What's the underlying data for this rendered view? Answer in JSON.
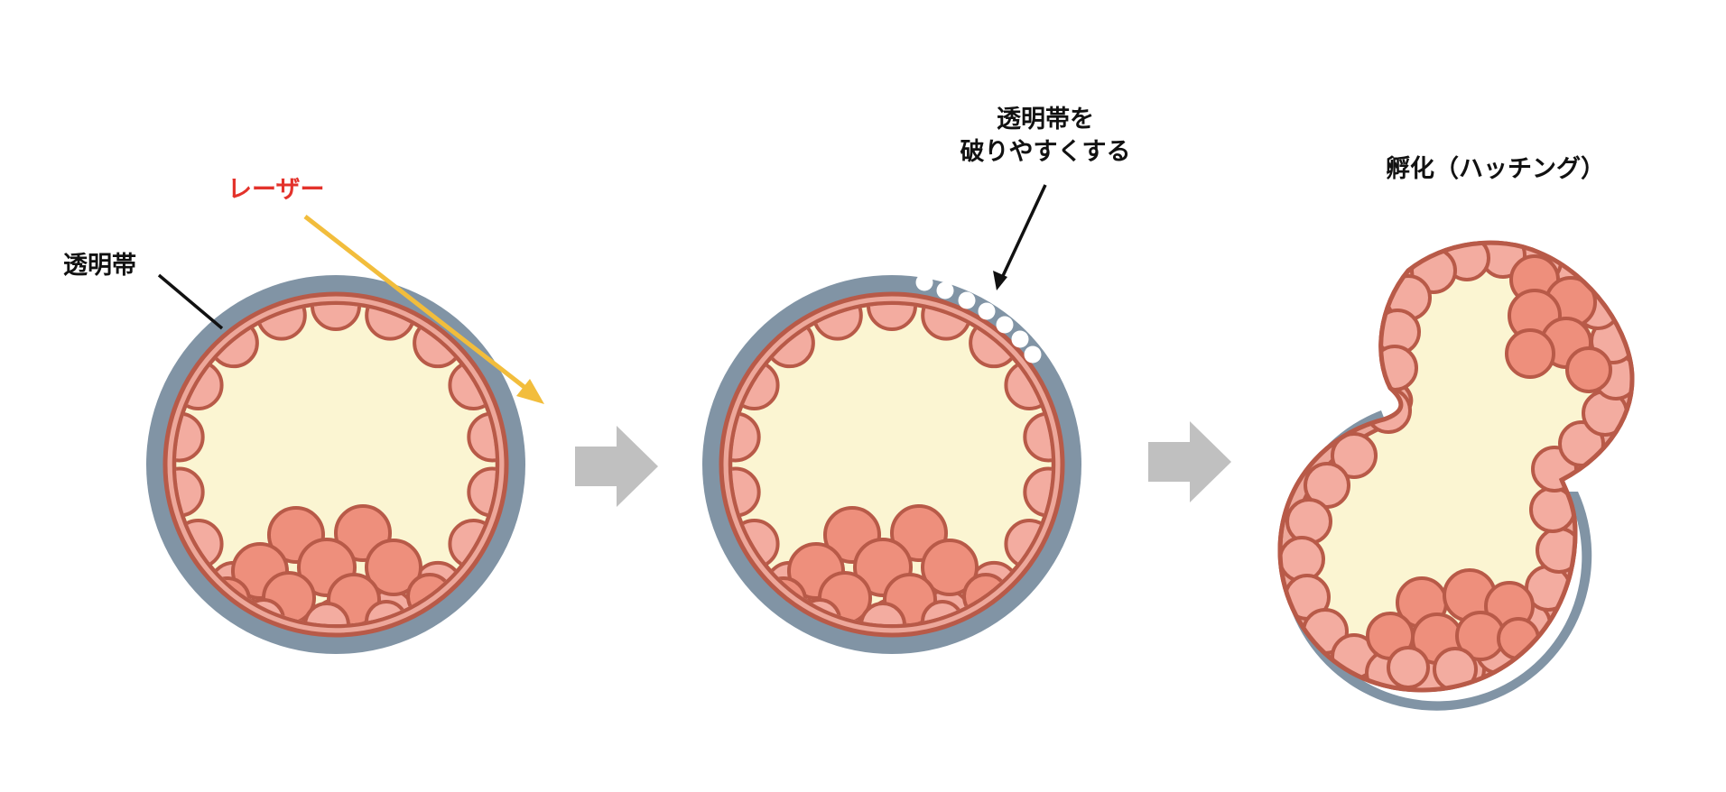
{
  "labels": {
    "zona": "透明帯",
    "laser": "レーザー",
    "thin_line1": "透明帯を",
    "thin_line2": "破りやすくする",
    "hatching": "孵化（ハッチング）"
  },
  "colors": {
    "zona": "#8194a5",
    "membrane": "#eda79a",
    "outline": "#b85a48",
    "cell_light": "#f3aca0",
    "cell_dark": "#ee8f7c",
    "cavity": "#fbf5d2",
    "laser": "#f2bd3c",
    "arrow": "#c0c0c0",
    "pointer": "#111111",
    "dots": "#ffffff"
  },
  "stages": [
    "laser-irradiation",
    "zona-thinning",
    "hatching"
  ]
}
